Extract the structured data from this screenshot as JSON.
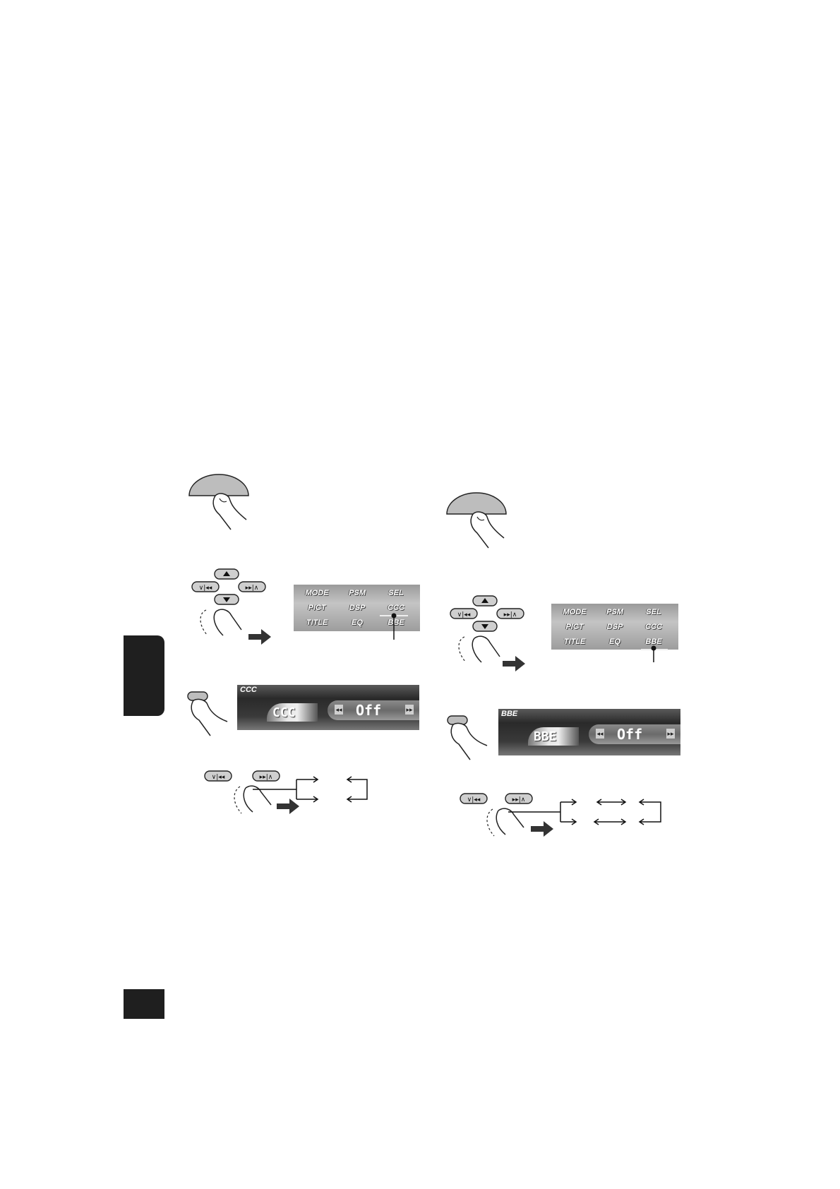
{
  "left_panel": {
    "menu": {
      "row1": [
        "MODE",
        "PSM",
        "SEL"
      ],
      "row2": [
        "PICT",
        "DSP",
        "CCC"
      ],
      "row3": [
        "TITLE",
        "EQ",
        "BBE"
      ]
    },
    "display": {
      "title": "CCC",
      "name": "CCC",
      "value": "Off"
    }
  },
  "right_panel": {
    "menu": {
      "row1": [
        "MODE",
        "PSM",
        "SEL"
      ],
      "row2": [
        "PICT",
        "DSP",
        "CCC"
      ],
      "row3": [
        "TITLE",
        "EQ",
        "BBE"
      ]
    },
    "display": {
      "title": "BBE",
      "name": "BBE",
      "value": "Off"
    }
  },
  "icons": [
    "finger-press-icon",
    "cursor-pad-icon",
    "arrow-right-icon",
    "skip-back-icon",
    "skip-forward-icon"
  ]
}
